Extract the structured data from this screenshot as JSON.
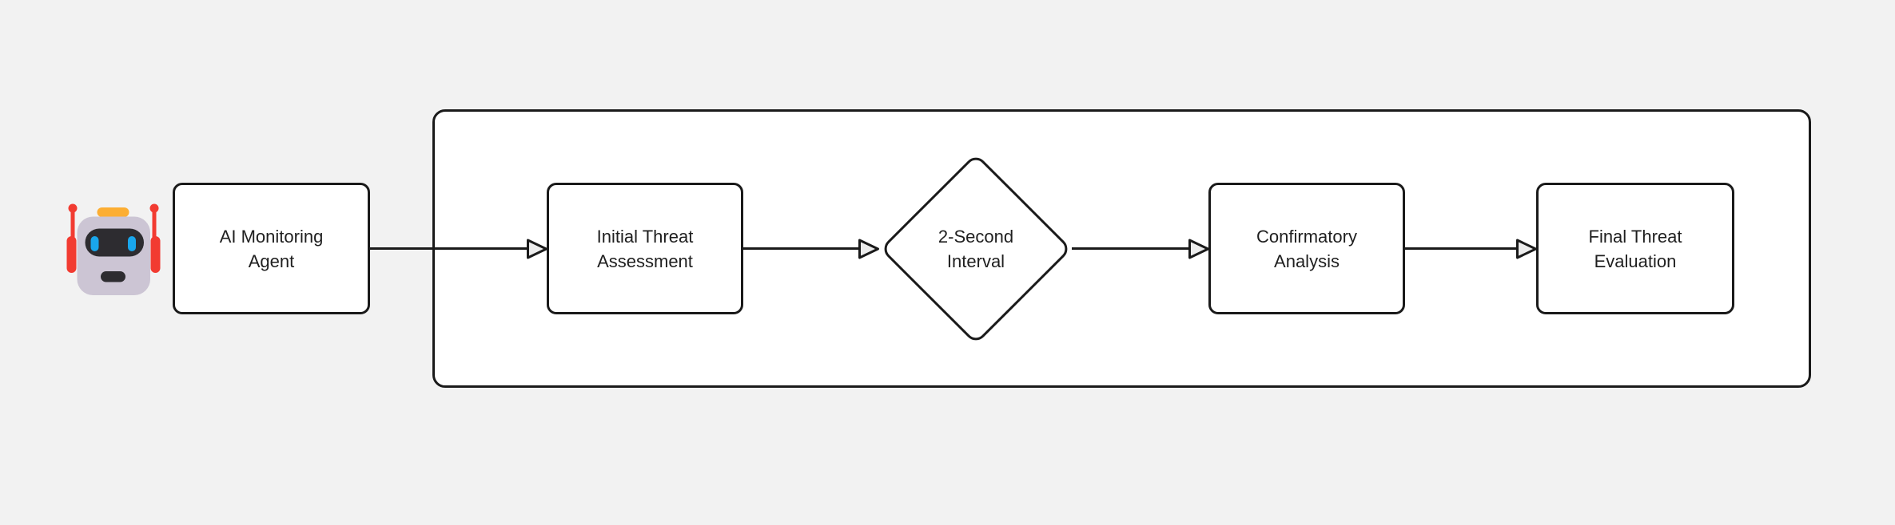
{
  "theme": {
    "bg": "#f2f2f2",
    "stroke": "#1a1a1a",
    "node-fill": "#ffffff",
    "arrow-fill": "#ececec",
    "text": "#1f1f1f",
    "robot-red": "#f23b31",
    "robot-orange": "#fcae33",
    "robot-head": "#ccc5d4",
    "robot-dark": "#2d2c30",
    "robot-blue": "#19a6ec"
  },
  "diagram": {
    "icon": "robot-emoji",
    "nodes": {
      "agent": {
        "line1": "AI Monitoring",
        "line2": "Agent"
      },
      "initial": {
        "line1": "Initial Threat",
        "line2": "Assessment"
      },
      "interval": {
        "line1": "2-Second",
        "line2": "Interval"
      },
      "confirmatory": {
        "line1": "Confirmatory",
        "line2": "Analysis"
      },
      "final": {
        "line1": "Final Threat",
        "line2": "Evaluation"
      }
    }
  }
}
